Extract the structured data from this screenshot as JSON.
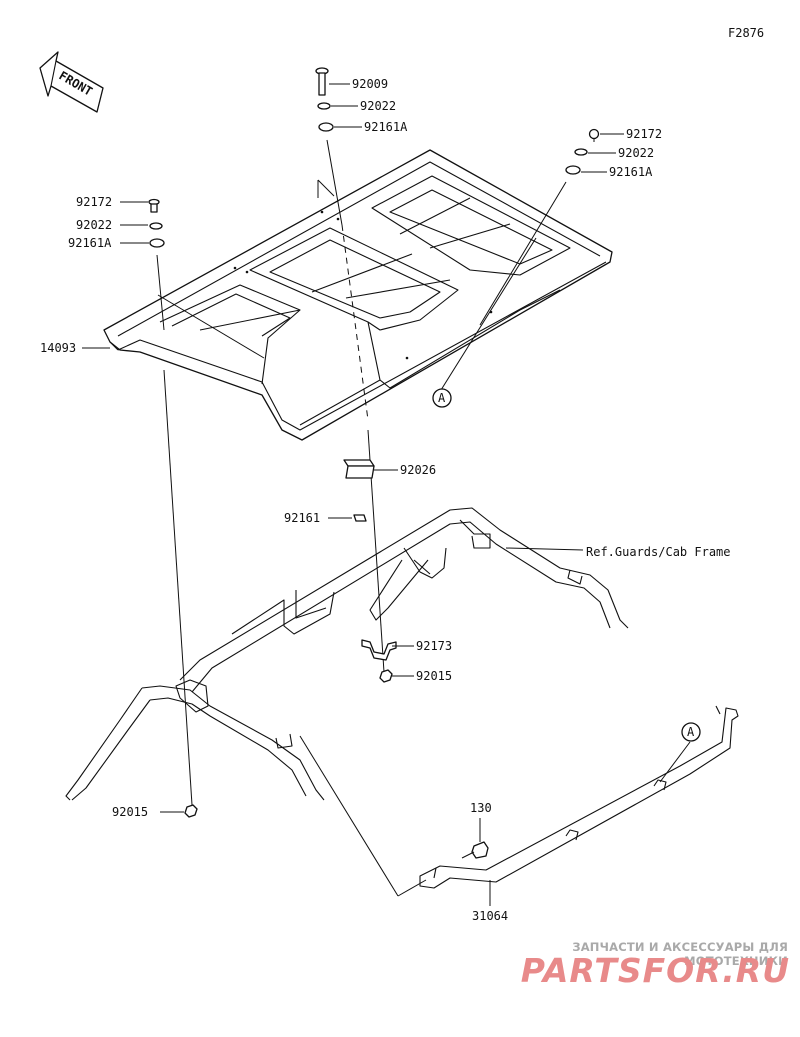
{
  "figure_code": "F2876",
  "front_label": "FRONT",
  "parts": {
    "roof": "14093",
    "bolt_top": "92009",
    "washer_top": "92022",
    "grommet_top": "92161A",
    "bolt_right": "92172",
    "washer_right": "92022",
    "grommet_right": "92161A",
    "bolt_left": "92172",
    "washer_left": "92022",
    "grommet_left": "92161A",
    "pad": "92026",
    "pad_small": "92161",
    "clamp": "92173",
    "nut_center": "92015",
    "nut_left": "92015",
    "bolt_bar": "130",
    "rear_bar": "31064"
  },
  "ref_text": "Ref.Guards/Cab Frame",
  "callouts": {
    "a_roof": "A",
    "a_bar": "A"
  },
  "watermark": {
    "tagline": "ЗАПЧАСТИ И АКСЕССУАРЫ ДЛЯ МОТОТЕХНИКИ",
    "brand": "PARTSFOR.RU"
  },
  "colors": {
    "line": "#111111",
    "watermark_gray": "#a9a9a9",
    "watermark_red": "#e88a8a"
  }
}
